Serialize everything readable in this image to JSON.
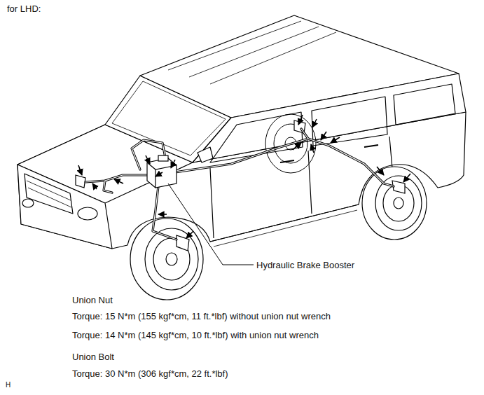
{
  "diagram": {
    "title": "for LHD:",
    "labels": [
      "Hydraulic Brake Booster",
      "Union Nut",
      "Torque: 15 N*m (155 kgf*cm, 11 ft.*lbf) without union nut wrench",
      "Torque: 14 N*m (145 kgf*cm, 10 ft.*lbf) with union nut wrench",
      "Union Bolt",
      "Torque: 30 N*m (306 kgf*cm, 22 ft.*lbf)",
      "H"
    ]
  }
}
